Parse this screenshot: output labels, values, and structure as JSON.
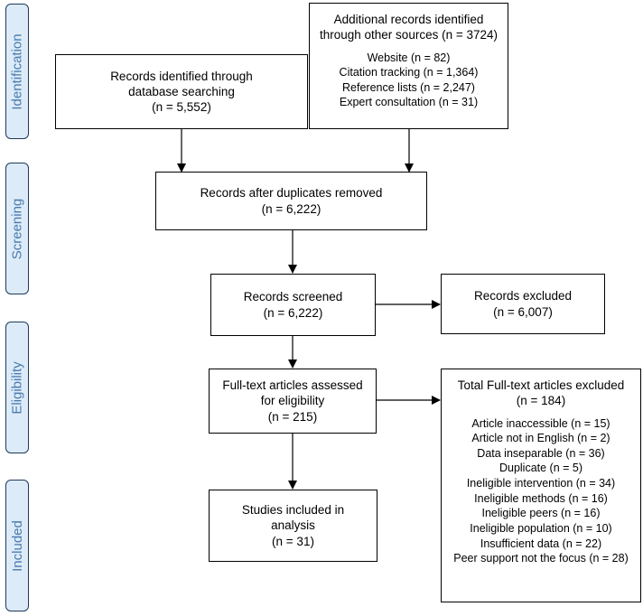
{
  "phases": {
    "identification": "Identification",
    "screening": "Screening",
    "eligibility": "Eligibility",
    "included": "Included"
  },
  "boxes": {
    "db_search": {
      "line1": "Records identified through",
      "line2": "database searching",
      "line3": "(n = 5,552)"
    },
    "other_sources": {
      "line1": "Additional records identified",
      "line2": "through other sources (n = 3724)",
      "items": [
        "Website (n = 82)",
        "Citation tracking (n = 1,364)",
        "Reference lists (n = 2,247)",
        "Expert consultation (n = 31)"
      ]
    },
    "after_duplicates": {
      "line1": "Records after duplicates removed",
      "line2": "(n = 6,222)"
    },
    "screened": {
      "line1": "Records screened",
      "line2": "(n = 6,222)"
    },
    "excluded": {
      "line1": "Records excluded",
      "line2": "(n = 6,007)"
    },
    "fulltext_assessed": {
      "line1": "Full-text articles assessed",
      "line2": "for eligibility",
      "line3": "(n = 215)"
    },
    "fulltext_excluded": {
      "line1": "Total Full-text articles excluded",
      "line2": "(n = 184)",
      "items": [
        "Article inaccessible (n = 15)",
        "Article not in English (n = 2)",
        "Data inseparable (n = 36)",
        "Duplicate (n = 5)",
        "Ineligible intervention (n = 34)",
        "Ineligible methods (n = 16)",
        "Ineligible peers (n = 16)",
        "Ineligible population (n = 10)",
        "Insufficient data (n = 22)",
        "Peer support not the focus (n = 28)"
      ]
    },
    "included": {
      "line1": "Studies included in",
      "line2": "analysis",
      "line3": "(n = 31)"
    }
  }
}
